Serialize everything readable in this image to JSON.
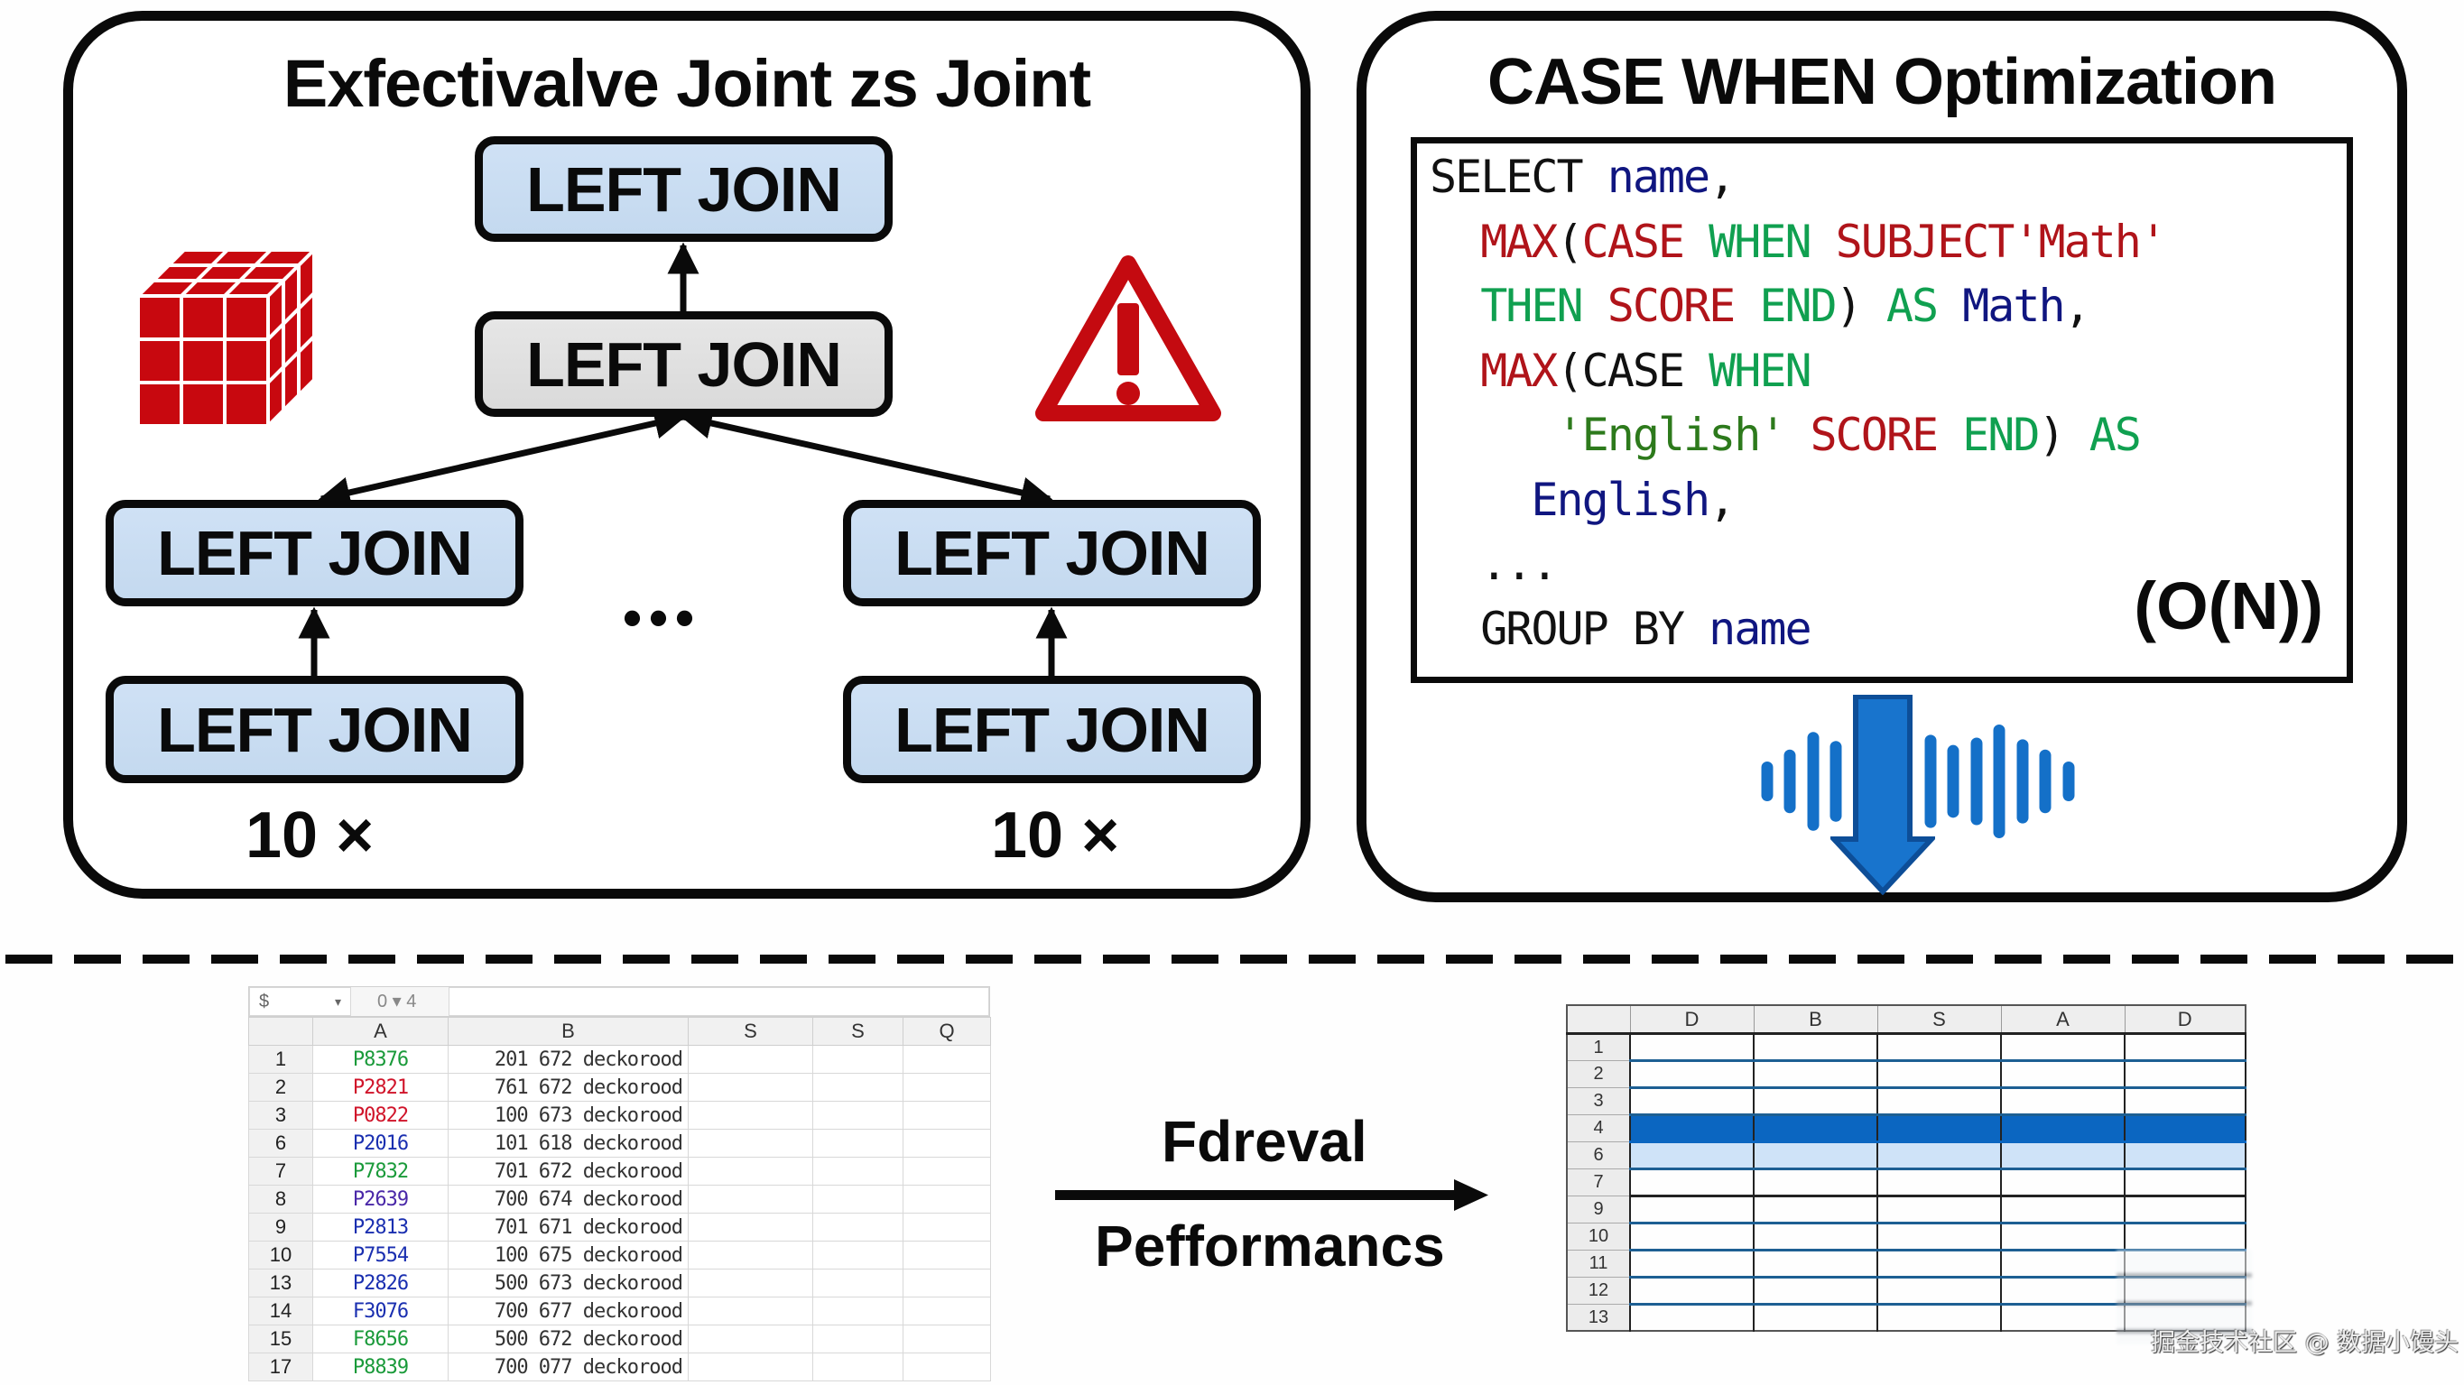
{
  "left_panel": {
    "title": "Exfectivalve Joint  zs Joint",
    "join_label": "LEFT JOIN",
    "nodes": [
      {
        "id": "root",
        "label": "LEFT JOIN",
        "style": "blue"
      },
      {
        "id": "mid",
        "label": "LEFT JOIN",
        "style": "gray"
      },
      {
        "id": "left-top",
        "label": "LEFT JOIN",
        "style": "blue"
      },
      {
        "id": "left-bottom",
        "label": "LEFT JOIN",
        "style": "blue"
      },
      {
        "id": "right-top",
        "label": "LEFT JOIN",
        "style": "blue"
      },
      {
        "id": "right-bottom",
        "label": "LEFT JOIN",
        "style": "blue"
      }
    ],
    "edges": [
      {
        "from": "mid",
        "to": "root"
      },
      {
        "from": "mid",
        "to": "left-top"
      },
      {
        "from": "mid",
        "to": "right-top"
      },
      {
        "from": "left-bottom",
        "to": "left-top"
      },
      {
        "from": "right-bottom",
        "to": "right-top"
      }
    ],
    "ellipsis": "•••",
    "left_count": "10 ×",
    "right_count": "10 ×",
    "icons": {
      "cube": "red-cube-icon",
      "warning": "warning-triangle-icon"
    },
    "accent_red": "#c8080f"
  },
  "right_panel": {
    "title": "CASE WHEN Optimization",
    "code_lines": [
      [
        {
          "t": "SELECT ",
          "c": "black"
        },
        {
          "t": "name",
          "c": "navy"
        },
        {
          "t": ",",
          "c": "black"
        }
      ],
      [
        {
          "t": "  MAX",
          "c": "red"
        },
        {
          "t": "(",
          "c": "black"
        },
        {
          "t": "CASE ",
          "c": "red"
        },
        {
          "t": "WHEN ",
          "c": "green"
        },
        {
          "t": "SUBJECT",
          "c": "red"
        },
        {
          "t": "'Math'",
          "c": "red"
        }
      ],
      [
        {
          "t": "  THEN ",
          "c": "green"
        },
        {
          "t": "SCORE ",
          "c": "red"
        },
        {
          "t": "END",
          "c": "green"
        },
        {
          "t": ") ",
          "c": "black"
        },
        {
          "t": "AS ",
          "c": "green"
        },
        {
          "t": "Math",
          "c": "navy"
        },
        {
          "t": ",",
          "c": "black"
        }
      ],
      [
        {
          "t": "  MAX",
          "c": "red"
        },
        {
          "t": "(CASE ",
          "c": "black"
        },
        {
          "t": "WHEN",
          "c": "green"
        }
      ],
      [
        {
          "t": "     'English' ",
          "c": "dgreen"
        },
        {
          "t": "SCORE ",
          "c": "red"
        },
        {
          "t": "END",
          "c": "green"
        },
        {
          "t": ") ",
          "c": "black"
        },
        {
          "t": "AS",
          "c": "green"
        }
      ],
      [
        {
          "t": "    English",
          "c": "navy"
        },
        {
          "t": ",",
          "c": "black"
        }
      ],
      [
        {
          "t": "  ...",
          "c": "black"
        }
      ],
      [
        {
          "t": "  GROUP BY ",
          "c": "black"
        },
        {
          "t": "name",
          "c": "navy"
        }
      ]
    ],
    "complexity": "(O(N))",
    "icons": {
      "arrow": "down-arrow-icon",
      "wave": "sound-wave-icon"
    },
    "wave_bars_left": [
      0.35,
      0.56,
      0.87,
      0.71
    ],
    "wave_bars_right": [
      0.82,
      0.64,
      0.77,
      1.0,
      0.74,
      0.56,
      0.35
    ],
    "accent_blue": "#0b66c1"
  },
  "transition": {
    "top_label": "Fdreval",
    "bottom_label": "Pefformancs"
  },
  "left_sheet": {
    "name_box": "$",
    "formula_hint": "0 ▾ 4",
    "columns": [
      "A",
      "B",
      "S",
      "S",
      "Q"
    ],
    "rows": [
      {
        "n": "1",
        "a": "P8376",
        "a_color": "#1a9a3a",
        "b": "201 672 deckorood"
      },
      {
        "n": "2",
        "a": "P2821",
        "a_color": "#d0142a",
        "b": "761 672 deckorood"
      },
      {
        "n": "3",
        "a": "P0822",
        "a_color": "#d0142a",
        "b": "100 673 deckorood"
      },
      {
        "n": "6",
        "a": "P2016",
        "a_color": "#1a2fb0",
        "b": "101 618 deckorood"
      },
      {
        "n": "7",
        "a": "P7832",
        "a_color": "#1a9a3a",
        "b": "701 672 deckorood"
      },
      {
        "n": "8",
        "a": "P2639",
        "a_color": "#4a28a8",
        "b": "700 674 deckorood"
      },
      {
        "n": "9",
        "a": "P2813",
        "a_color": "#1a2fb0",
        "b": "701 671 deckorood"
      },
      {
        "n": "10",
        "a": "P7554",
        "a_color": "#1a2fb0",
        "b": "100 675 deckorood"
      },
      {
        "n": "13",
        "a": "P2826",
        "a_color": "#1a2fb0",
        "b": "500 673 deckorood"
      },
      {
        "n": "14",
        "a": "F3076",
        "a_color": "#1a2fb0",
        "b": "700 677 deckorood"
      },
      {
        "n": "15",
        "a": "F8656",
        "a_color": "#1a9a3a",
        "b": "500 672 deckorood"
      },
      {
        "n": "17",
        "a": "P8839",
        "a_color": "#1a9a3a",
        "b": "700 077 deckorood"
      }
    ]
  },
  "right_sheet": {
    "columns": [
      "D",
      "B",
      "S",
      "A",
      "D"
    ],
    "rows": [
      {
        "n": "1",
        "style": "plain"
      },
      {
        "n": "2",
        "style": "plain"
      },
      {
        "n": "3",
        "style": "plain"
      },
      {
        "n": "4",
        "style": "dark"
      },
      {
        "n": "6",
        "style": "light"
      },
      {
        "n": "7",
        "style": "plain"
      },
      {
        "n": "9",
        "style": "plain-top"
      },
      {
        "n": "10",
        "style": "plain"
      },
      {
        "n": "11",
        "style": "plain"
      },
      {
        "n": "12",
        "style": "plain"
      },
      {
        "n": "13",
        "style": "plain"
      }
    ]
  },
  "watermark": "掘金技术社区 @ 数据小馒头"
}
